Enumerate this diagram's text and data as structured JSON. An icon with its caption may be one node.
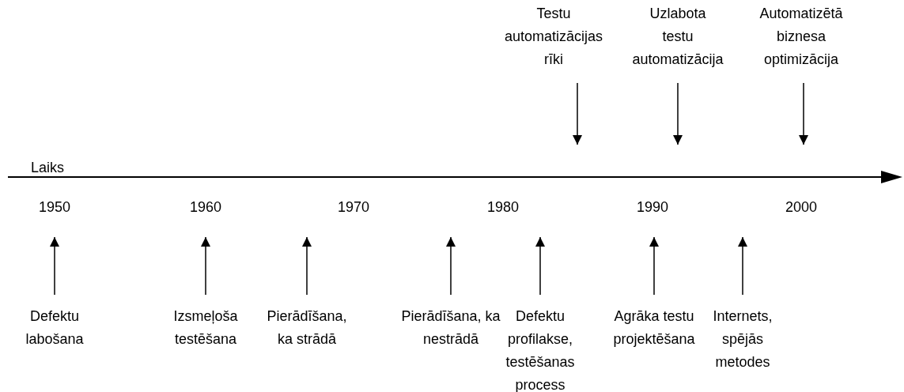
{
  "diagram": {
    "nodes": [
      {
        "text": [
          "Testu automatizācijas rīki"
        ]
      },
      {
        "text": [
          "Uzlabota testu automatizācija"
        ]
      },
      {
        "text": [
          "Automatizētā biznesa optimizācija"
        ]
      },
      {
        "text": [
          "Defektu labošana"
        ]
      },
      {
        "text": [
          "Izsmeļoša testēšana"
        ]
      },
      {
        "text": [
          "Pierādīšana, ka strādā"
        ]
      },
      {
        "text": [
          "Pierādīšana, ka nestrādā"
        ]
      },
      {
        "text": [
          "Defektu profilakse, testēšanas process"
        ]
      },
      {
        "text": [
          "Agrāka testu projektēšana"
        ]
      },
      {
        "text": [
          "Internets, spējās metodes"
        ]
      }
    ],
    "edges": [
      {
        "from": 0,
        "to": null,
        "arrow": "to"
      },
      {
        "from": 1,
        "to": null,
        "arrow": "to"
      },
      {
        "from": 2,
        "to": null,
        "arrow": "to"
      },
      {
        "from": 3,
        "to": null,
        "arrow": "to"
      },
      {
        "from": 4,
        "to": null,
        "arrow": "to"
      },
      {
        "from": 5,
        "to": null,
        "arrow": "to"
      },
      {
        "from": 6,
        "to": null,
        "arrow": "to"
      },
      {
        "from": 7,
        "to": null,
        "arrow": "to"
      },
      {
        "from": 8,
        "to": null,
        "arrow": "to"
      },
      {
        "from": 9,
        "to": null,
        "arrow": "to"
      }
    ],
    "labels": [
      "Laiks",
      "1950",
      "1960",
      "1970",
      "1980",
      "1990",
      "2000"
    ]
  }
}
